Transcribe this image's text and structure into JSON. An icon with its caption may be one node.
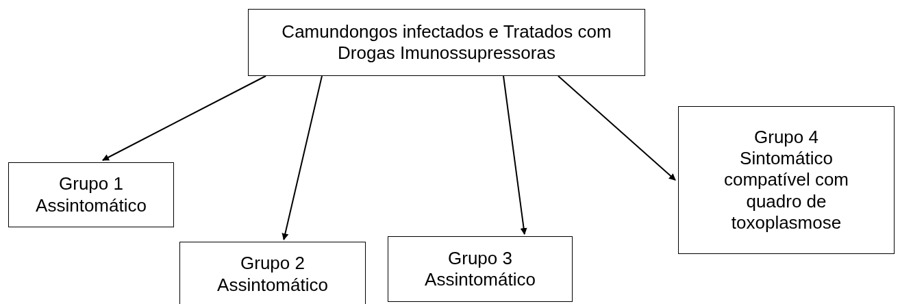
{
  "diagram": {
    "nodes": [
      {
        "text": [
          "Camundongos infectados e Tratados com Drogas Imunossupressoras"
        ]
      },
      {
        "text": [
          "Grupo 1",
          "Assintomático"
        ]
      },
      {
        "text": [
          "Grupo 2",
          "Assintomático"
        ]
      },
      {
        "text": [
          "Grupo 3",
          "Assintomático"
        ]
      },
      {
        "text": [
          "Grupo 4",
          "Sintomático compatível com quadro de toxoplasmose"
        ]
      }
    ],
    "edges": [
      {
        "from": 0,
        "to": 1,
        "arrow": "to"
      },
      {
        "from": 0,
        "to": 2,
        "arrow": "to"
      },
      {
        "from": 0,
        "to": 3,
        "arrow": "to"
      },
      {
        "from": 0,
        "to": 4,
        "arrow": "to"
      }
    ]
  }
}
